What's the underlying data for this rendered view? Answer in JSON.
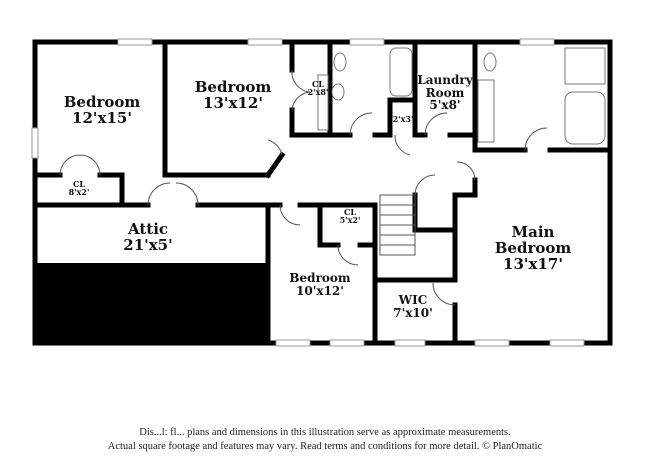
{
  "rooms": {
    "bedroom_a": {
      "name": "Bedroom",
      "size": "12'x15'"
    },
    "bedroom_b": {
      "name": "Bedroom",
      "size": "13'x12'"
    },
    "closet_b": {
      "name": "CL",
      "size": "2'x8'"
    },
    "closet_a": {
      "name": "CL",
      "size": "8'x2'"
    },
    "laundry": {
      "name": "Laundry Room",
      "size": "5'x8'"
    },
    "linen": {
      "size": "2'x3'"
    },
    "attic": {
      "name": "Attic",
      "size": "21'x5'"
    },
    "closet_c": {
      "name": "CL",
      "size": "5'x2'"
    },
    "bedroom_c": {
      "name": "Bedroom",
      "size": "10'x12'"
    },
    "main_bedroom": {
      "name": "Main Bedroom",
      "size": "13'x17'"
    },
    "wic": {
      "name": "WIC",
      "size": "7'x10'"
    }
  },
  "disclaimer": {
    "line1": "Dis...l: fl... plans and dimensions in this illustration serve as approximate measurements.",
    "line2": "Actual square footage and features may vary. Read terms and conditions for more detail. © PlanOmatic"
  }
}
